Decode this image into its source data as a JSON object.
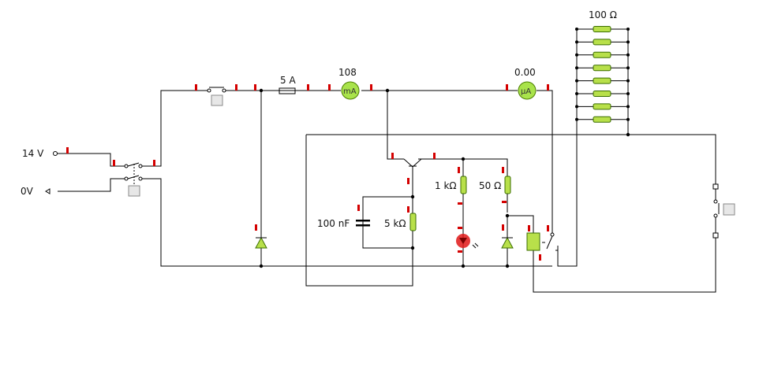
{
  "labels": {
    "supply_voltage": "14 V",
    "ground": "0V",
    "fuse": "5 A",
    "ammeter_reading": "108",
    "ammeter_unit": "mA",
    "microammeter_reading": "0.00",
    "microammeter_unit": "µA",
    "resistor_bank": "100 Ω",
    "resistor_1k": "1 kΩ",
    "resistor_50": "50 Ω",
    "capacitor": "100 nF",
    "resistor_5k": "5 kΩ"
  },
  "colors": {
    "component": "#b8e04a",
    "pin_marker": "#d40000",
    "led": "#e01818",
    "wire": "#000000"
  },
  "icons": [
    "switch-button-icon",
    "fuse-icon",
    "ammeter-icon",
    "microammeter-icon",
    "transistor-icon",
    "diode-icon",
    "led-icon",
    "capacitor-icon",
    "relay-icon"
  ]
}
